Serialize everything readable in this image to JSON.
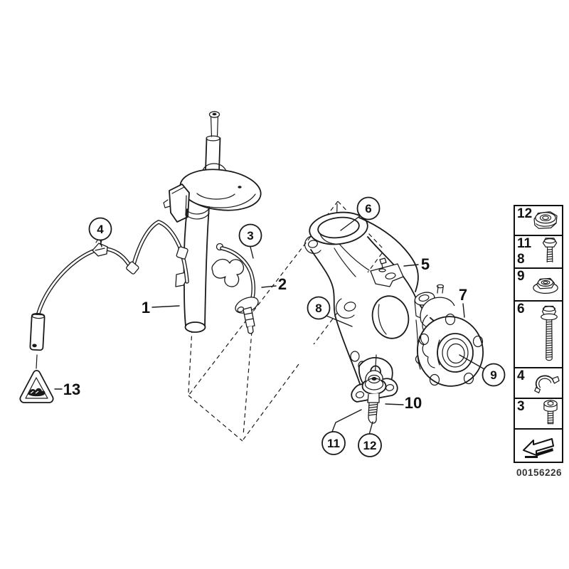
{
  "page": {
    "background": "#ffffff",
    "line_color": "#1a1a1a"
  },
  "callouts": {
    "c1": "1",
    "c2": "2",
    "c3": "3",
    "c4": "4",
    "c5": "5",
    "c6": "6",
    "c7": "7",
    "c8": "8",
    "c9": "9",
    "c10": "10",
    "c11": "11",
    "c12": "12",
    "c13": "13"
  },
  "legend": {
    "items": [
      {
        "labels": [
          "12"
        ],
        "icon": "lock-nut-icon"
      },
      {
        "labels": [
          "11",
          "8"
        ],
        "icon": "hex-bolt-icon"
      },
      {
        "labels": [
          "9"
        ],
        "icon": "flange-nut-icon"
      },
      {
        "labels": [
          "6"
        ],
        "icon": "long-flange-bolt-icon"
      },
      {
        "labels": [
          "4"
        ],
        "icon": "spring-clip-icon"
      },
      {
        "labels": [
          "3"
        ],
        "icon": "socket-head-bolt-icon"
      },
      {
        "labels": [],
        "icon": "direction-arrow-icon"
      }
    ],
    "part_number": "00156226"
  }
}
